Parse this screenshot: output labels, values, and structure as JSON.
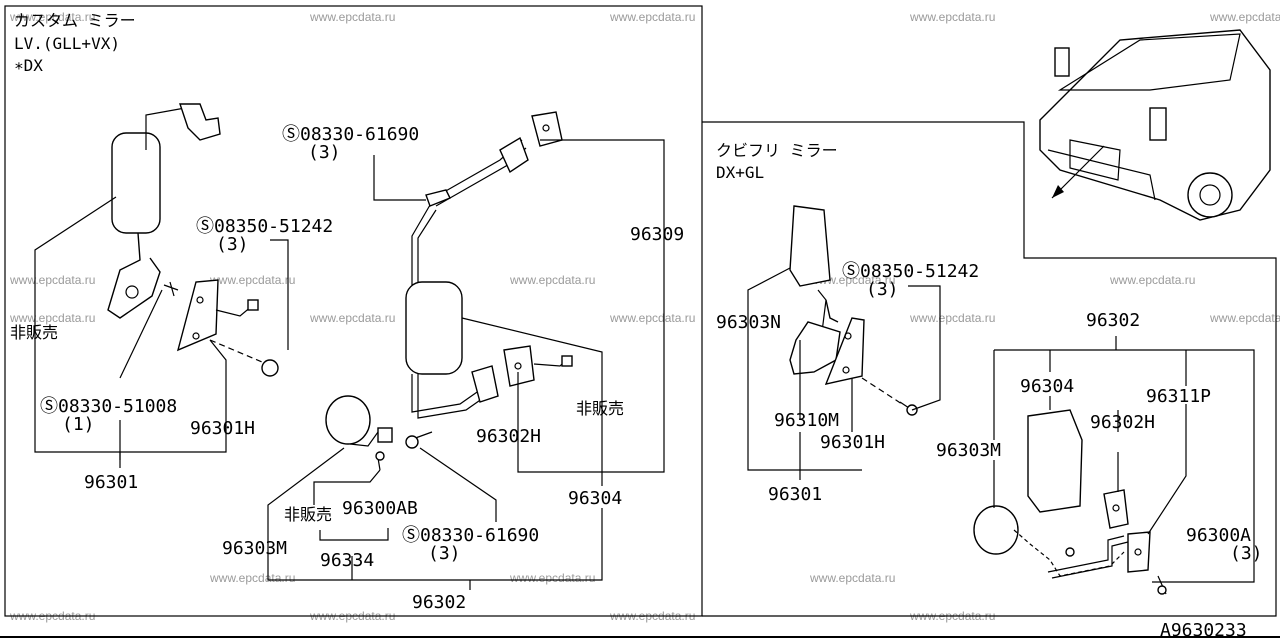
{
  "headings": {
    "custom_mirror": "カスタム ミラー",
    "custom_grade": "LV.(GLL+VX)",
    "custom_dx": "∗DX",
    "kubifuri_mirror": "クビフリ ミラー",
    "kubifuri_grade": "DX+GL"
  },
  "labels": {
    "bolt_a": "Ⓢ08330-61690",
    "bolt_a_qty": "(3)",
    "bolt_b": "Ⓢ08350-51242",
    "bolt_b_qty": "(3)",
    "hibai_1": "非販売",
    "bolt_c": "Ⓢ08330-51008",
    "bolt_c_qty": "(1)",
    "p96301H_left": "96301H",
    "p96301_left": "96301",
    "p96309": "96309",
    "p96302H_left": "96302H",
    "hibai_2": "非販売",
    "p96304_left": "96304",
    "hibai_3": "非販売",
    "p96300AB": "96300AB",
    "p96303M_left": "96303M",
    "bolt_d": "Ⓢ08330-61690",
    "bolt_d_qty": "(3)",
    "p96334": "96334",
    "p96302_left": "96302",
    "bolt_e": "Ⓢ08350-51242",
    "bolt_e_qty": "(3)",
    "p96303N": "96303N",
    "p96302_right": "96302",
    "p96304_right": "96304",
    "p96311P": "96311P",
    "p96310M": "96310M",
    "p96302H_right": "96302H",
    "p96301H_right": "96301H",
    "p96303M_right": "96303M",
    "p96301_right": "96301",
    "p96300A": "96300A",
    "p96300A_qty": "(3)",
    "diagram_id": "A9630233"
  },
  "watermark": "www.epcdata.ru"
}
